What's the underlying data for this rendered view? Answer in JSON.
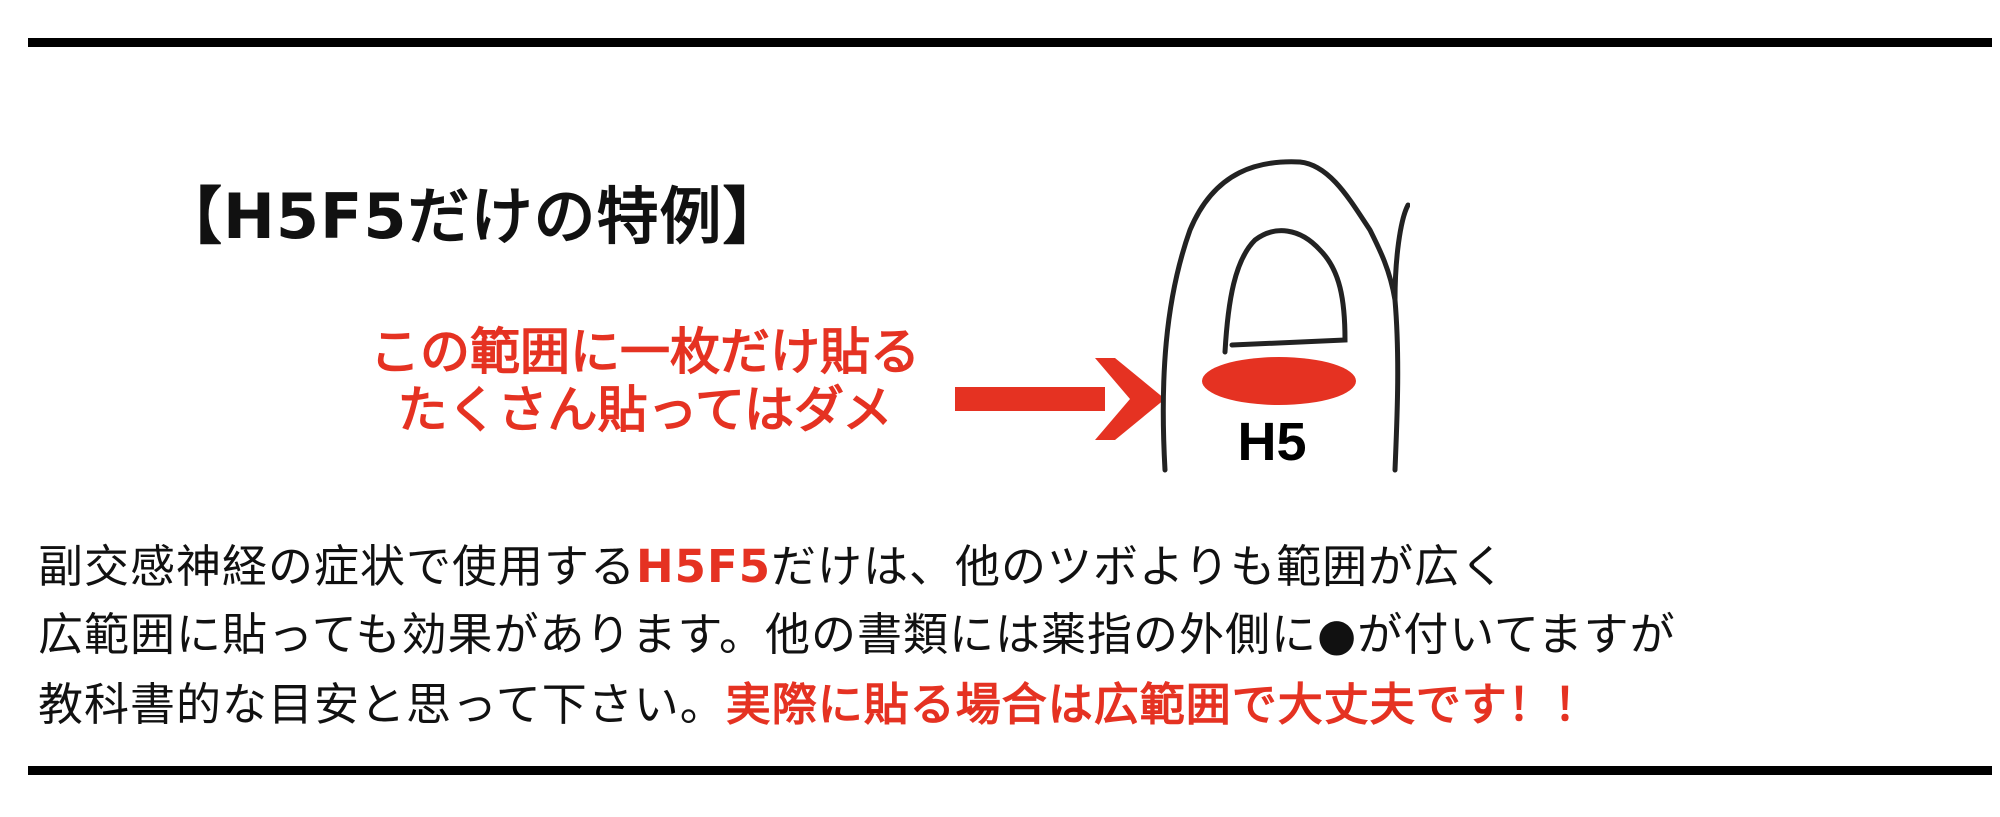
{
  "title": "【H5F5だけの特例】",
  "callout": {
    "line1": "この範囲に一枚だけ貼る",
    "line2": "たくさん貼ってはダメ"
  },
  "illustration": {
    "label": "H5"
  },
  "body": {
    "line1_a": "副交感神経の症状で使用する",
    "line1_b": "H5F5",
    "line1_c": "だけは、他のツボよりも範囲が広く",
    "line2": "広範囲に貼っても効果があります。他の書類には薬指の外側に●が付いてますが",
    "line3_a": "教科書的な目安と思って下さい。",
    "line3_b": "実際に貼る場合は広範囲で大丈夫です！！"
  },
  "colors": {
    "accent": "#e53222",
    "text": "#111111"
  }
}
